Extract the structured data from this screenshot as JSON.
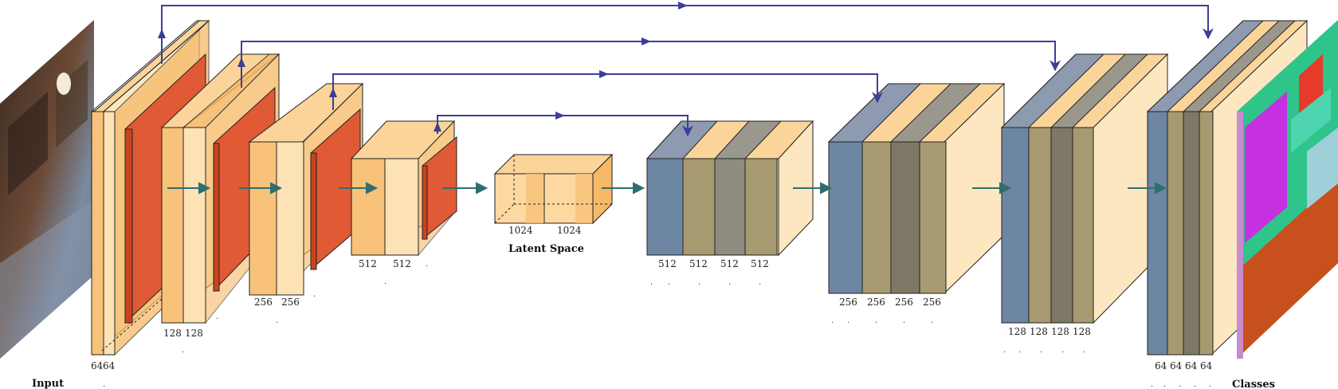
{
  "labels": {
    "input": "Input",
    "latent": "Latent Space",
    "classes": "Classes"
  },
  "encoder": {
    "block1": [
      "64",
      "64"
    ],
    "block2": [
      "128",
      "128"
    ],
    "block3": [
      "256",
      "256"
    ],
    "block4": [
      "512",
      "512"
    ]
  },
  "bottleneck": [
    "1024",
    "1024"
  ],
  "decoder": {
    "block1": [
      "512",
      "512",
      "512",
      "512"
    ],
    "block2": [
      "256",
      "256",
      "256",
      "256"
    ],
    "block3": [
      "128",
      "128",
      "128",
      "128"
    ],
    "block4": [
      "64",
      "64",
      "64",
      "64"
    ]
  },
  "colors": {
    "encoder_conv": "#f8c27a",
    "encoder_pool": "#e05a36",
    "decoder_deconv": "#6d86a3",
    "decoder_conv": "#a89a70",
    "latent": "#fdd8a0",
    "skip_arrow": "#3c3f96",
    "flow_arrow": "#2f6e6e",
    "ghost_box": "#fde7c0"
  },
  "dots_char": "."
}
